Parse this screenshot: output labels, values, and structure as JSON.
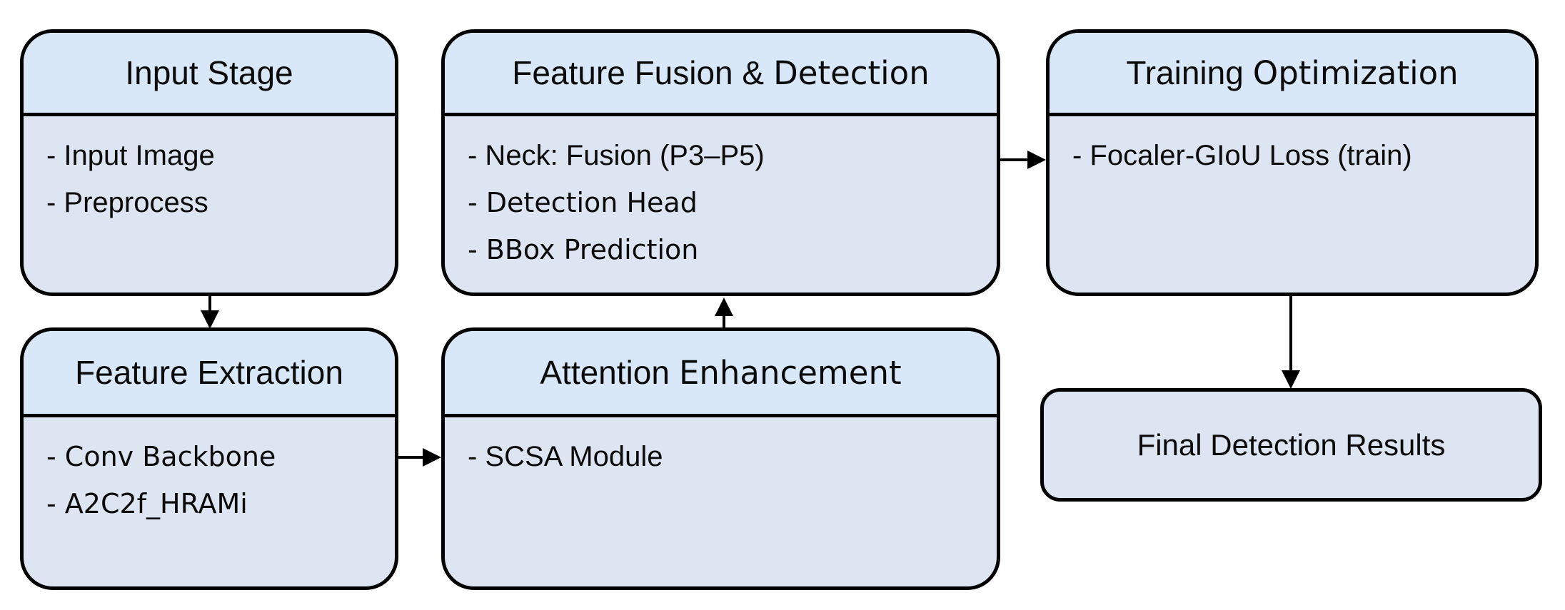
{
  "colors": {
    "header_fill": "#d8e8f8",
    "body_fill": "#dce5f1",
    "outline": "#000000",
    "background": "#ffffff",
    "text": "#0b0b0b"
  },
  "boxes": {
    "input_stage": {
      "title": "Input Stage",
      "items": [
        "- Input Image",
        "- Preprocess"
      ]
    },
    "feature_fusion_detection": {
      "title_narrow": "Feature Fusion &",
      "title_wide": "Detection",
      "items": [
        "- Neck: Fusion (P3–P5)",
        "- Detection Head",
        "- BBox Prediction"
      ]
    },
    "training_optimization": {
      "title_narrow": "Training",
      "title_wide": "Optimization",
      "items": [
        "- Focaler-GIoU Loss (train)"
      ]
    },
    "feature_extraction": {
      "title": "Feature Extraction",
      "items": [
        "- Conv Backbone",
        "- A2C2f_HRAMi"
      ]
    },
    "attention_enhancement": {
      "title_narrow": "Attention",
      "title_wide": "Enhancement",
      "items": [
        "- SCSA Module"
      ]
    },
    "final_results": {
      "title": "Final Detection Results"
    }
  }
}
